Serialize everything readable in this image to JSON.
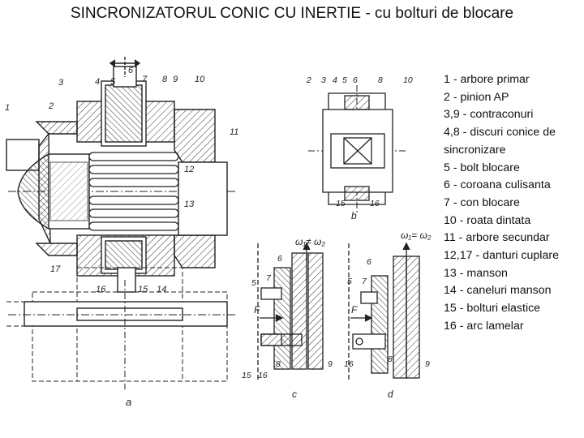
{
  "title": "SINCRONIZATORUL CONIC CU INERTIE - cu bolturi de blocare",
  "legend": [
    "1 - arbore primar",
    "2 - pinion AP",
    "3,9 - contraconuri",
    "4,8 - discuri conice de sincronizare",
    "5 - bolt blocare",
    "6 - coroana culisanta",
    "7 - con blocare",
    "10 - roata dintata",
    "11 - arbore secundar",
    "12,17 - danturi cuplare",
    "13 - manson",
    "14 - caneluri manson",
    "15 - bolturi elastice",
    "16 - arc lamelar"
  ],
  "figure_a": {
    "panel_label": "a",
    "callouts": [
      "1",
      "2",
      "3",
      "4",
      "5",
      "6",
      "7",
      "8",
      "9",
      "10",
      "11",
      "12",
      "13",
      "17",
      "16",
      "15",
      "14"
    ]
  },
  "figure_b": {
    "panel_label": "b",
    "callouts": [
      "2",
      "3",
      "4",
      "5",
      "6",
      "8",
      "10",
      "15",
      "16"
    ]
  },
  "figure_c": {
    "panel_label": "c",
    "omega_label": "ω₁≠ ω₂",
    "force_label": "F",
    "callouts": [
      "5",
      "7",
      "6",
      "8",
      "9",
      "15",
      "16"
    ]
  },
  "figure_d": {
    "panel_label": "d",
    "omega_label": "ω₁= ω₂",
    "force_label": "F",
    "callouts": [
      "5",
      "7",
      "6",
      "8",
      "9",
      "16"
    ]
  }
}
